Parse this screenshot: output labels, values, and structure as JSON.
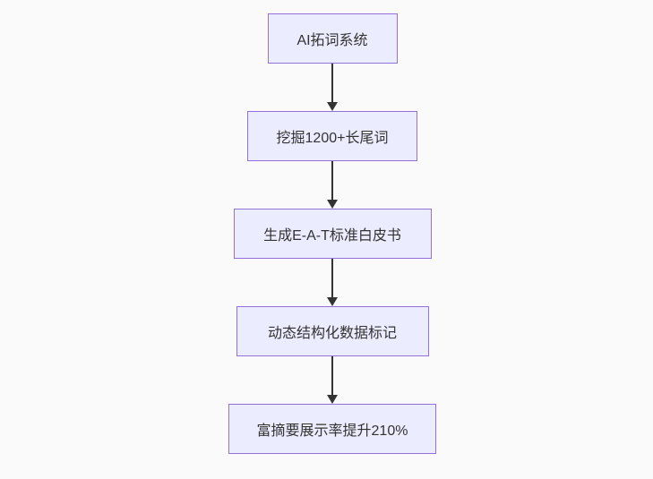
{
  "diagram": {
    "type": "flowchart",
    "direction": "top-down",
    "nodes": [
      {
        "id": "n1",
        "label": "AI拓词系统"
      },
      {
        "id": "n2",
        "label": "挖掘1200+长尾词"
      },
      {
        "id": "n3",
        "label": "生成E-A-T标准白皮书"
      },
      {
        "id": "n4",
        "label": "动态结构化数据标记"
      },
      {
        "id": "n5",
        "label": "富摘要展示率提升210%"
      }
    ],
    "edges": [
      {
        "from": "n1",
        "to": "n2",
        "arrow": "down"
      },
      {
        "from": "n2",
        "to": "n3",
        "arrow": "down"
      },
      {
        "from": "n3",
        "to": "n4",
        "arrow": "down"
      },
      {
        "from": "n4",
        "to": "n5",
        "arrow": "down"
      }
    ],
    "colors": {
      "background": "#FAFAFA",
      "node_fill": "#ECECFF",
      "node_border": "#9370DB",
      "arrow": "#333333",
      "text": "#333333"
    }
  }
}
